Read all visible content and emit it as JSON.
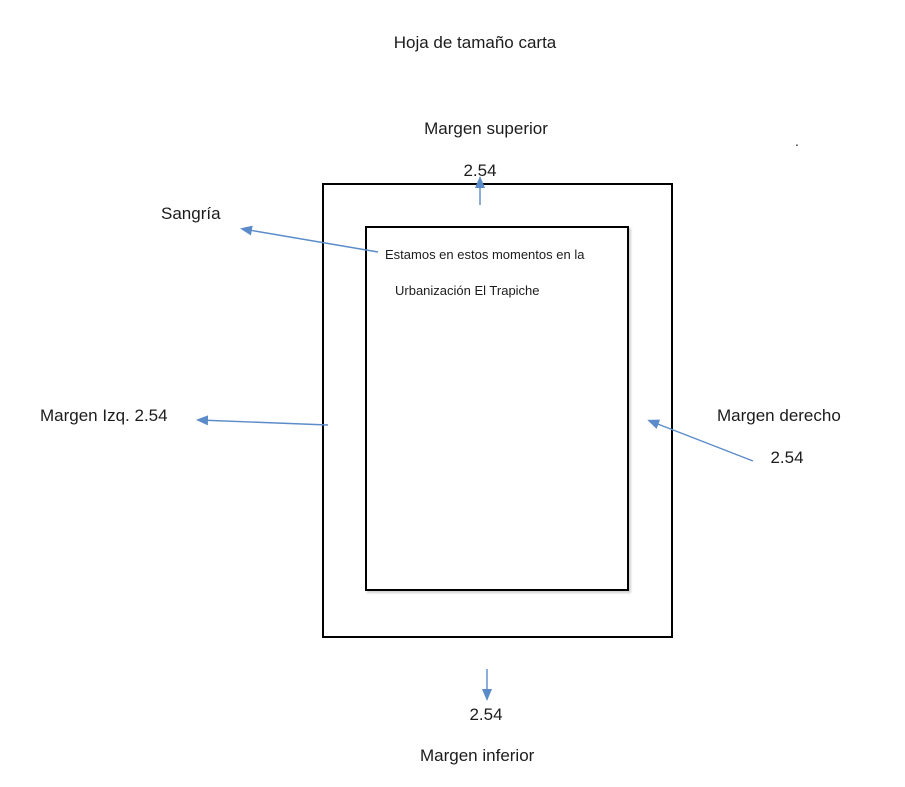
{
  "diagram": {
    "title": "Hoja de tamaño carta",
    "stray_dot": ".",
    "labels": {
      "top_margin": {
        "name": "Margen superior",
        "value": "2.54"
      },
      "indent": {
        "name": "Sangría"
      },
      "left_margin": {
        "name": "Margen Izq. 2.54"
      },
      "right_margin": {
        "name": "Margen derecho",
        "value": "2.54"
      },
      "bottom_margin": {
        "name": "Margen inferior",
        "value": "2.54"
      }
    },
    "page_text": {
      "line1": "Estamos en estos momentos en la",
      "line2": "Urbanización El Trapiche"
    },
    "colors": {
      "arrow": "#5b8bc9",
      "border": "#000000",
      "background": "#ffffff"
    }
  }
}
